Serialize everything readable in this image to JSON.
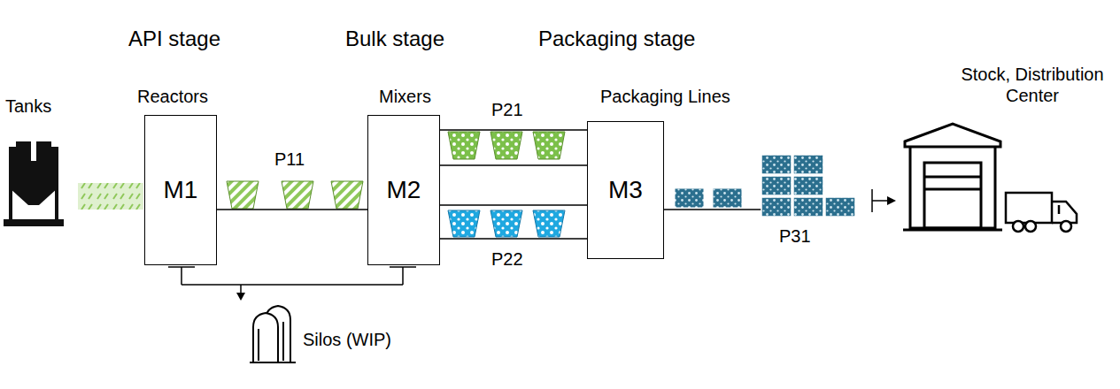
{
  "diagram": {
    "nodes": [
      {
        "text": [
          "M1"
        ]
      },
      {
        "text": [
          "M2"
        ]
      },
      {
        "text": [
          "M3"
        ]
      }
    ],
    "edges": [
      {
        "from": 0,
        "to": 1,
        "arrow": "none"
      },
      {
        "from": 1,
        "to": 2,
        "arrow": "none"
      },
      {
        "from": 1,
        "to": 2,
        "arrow": "none"
      }
    ],
    "labels": [
      "API stage",
      "Bulk stage",
      "Packaging stage",
      "Tanks",
      "Reactors",
      "Mixers",
      "Packaging Lines",
      "Stock, Distribution Center",
      "P11",
      "P21",
      "P22",
      "P31",
      "Silos (WIP)"
    ]
  }
}
